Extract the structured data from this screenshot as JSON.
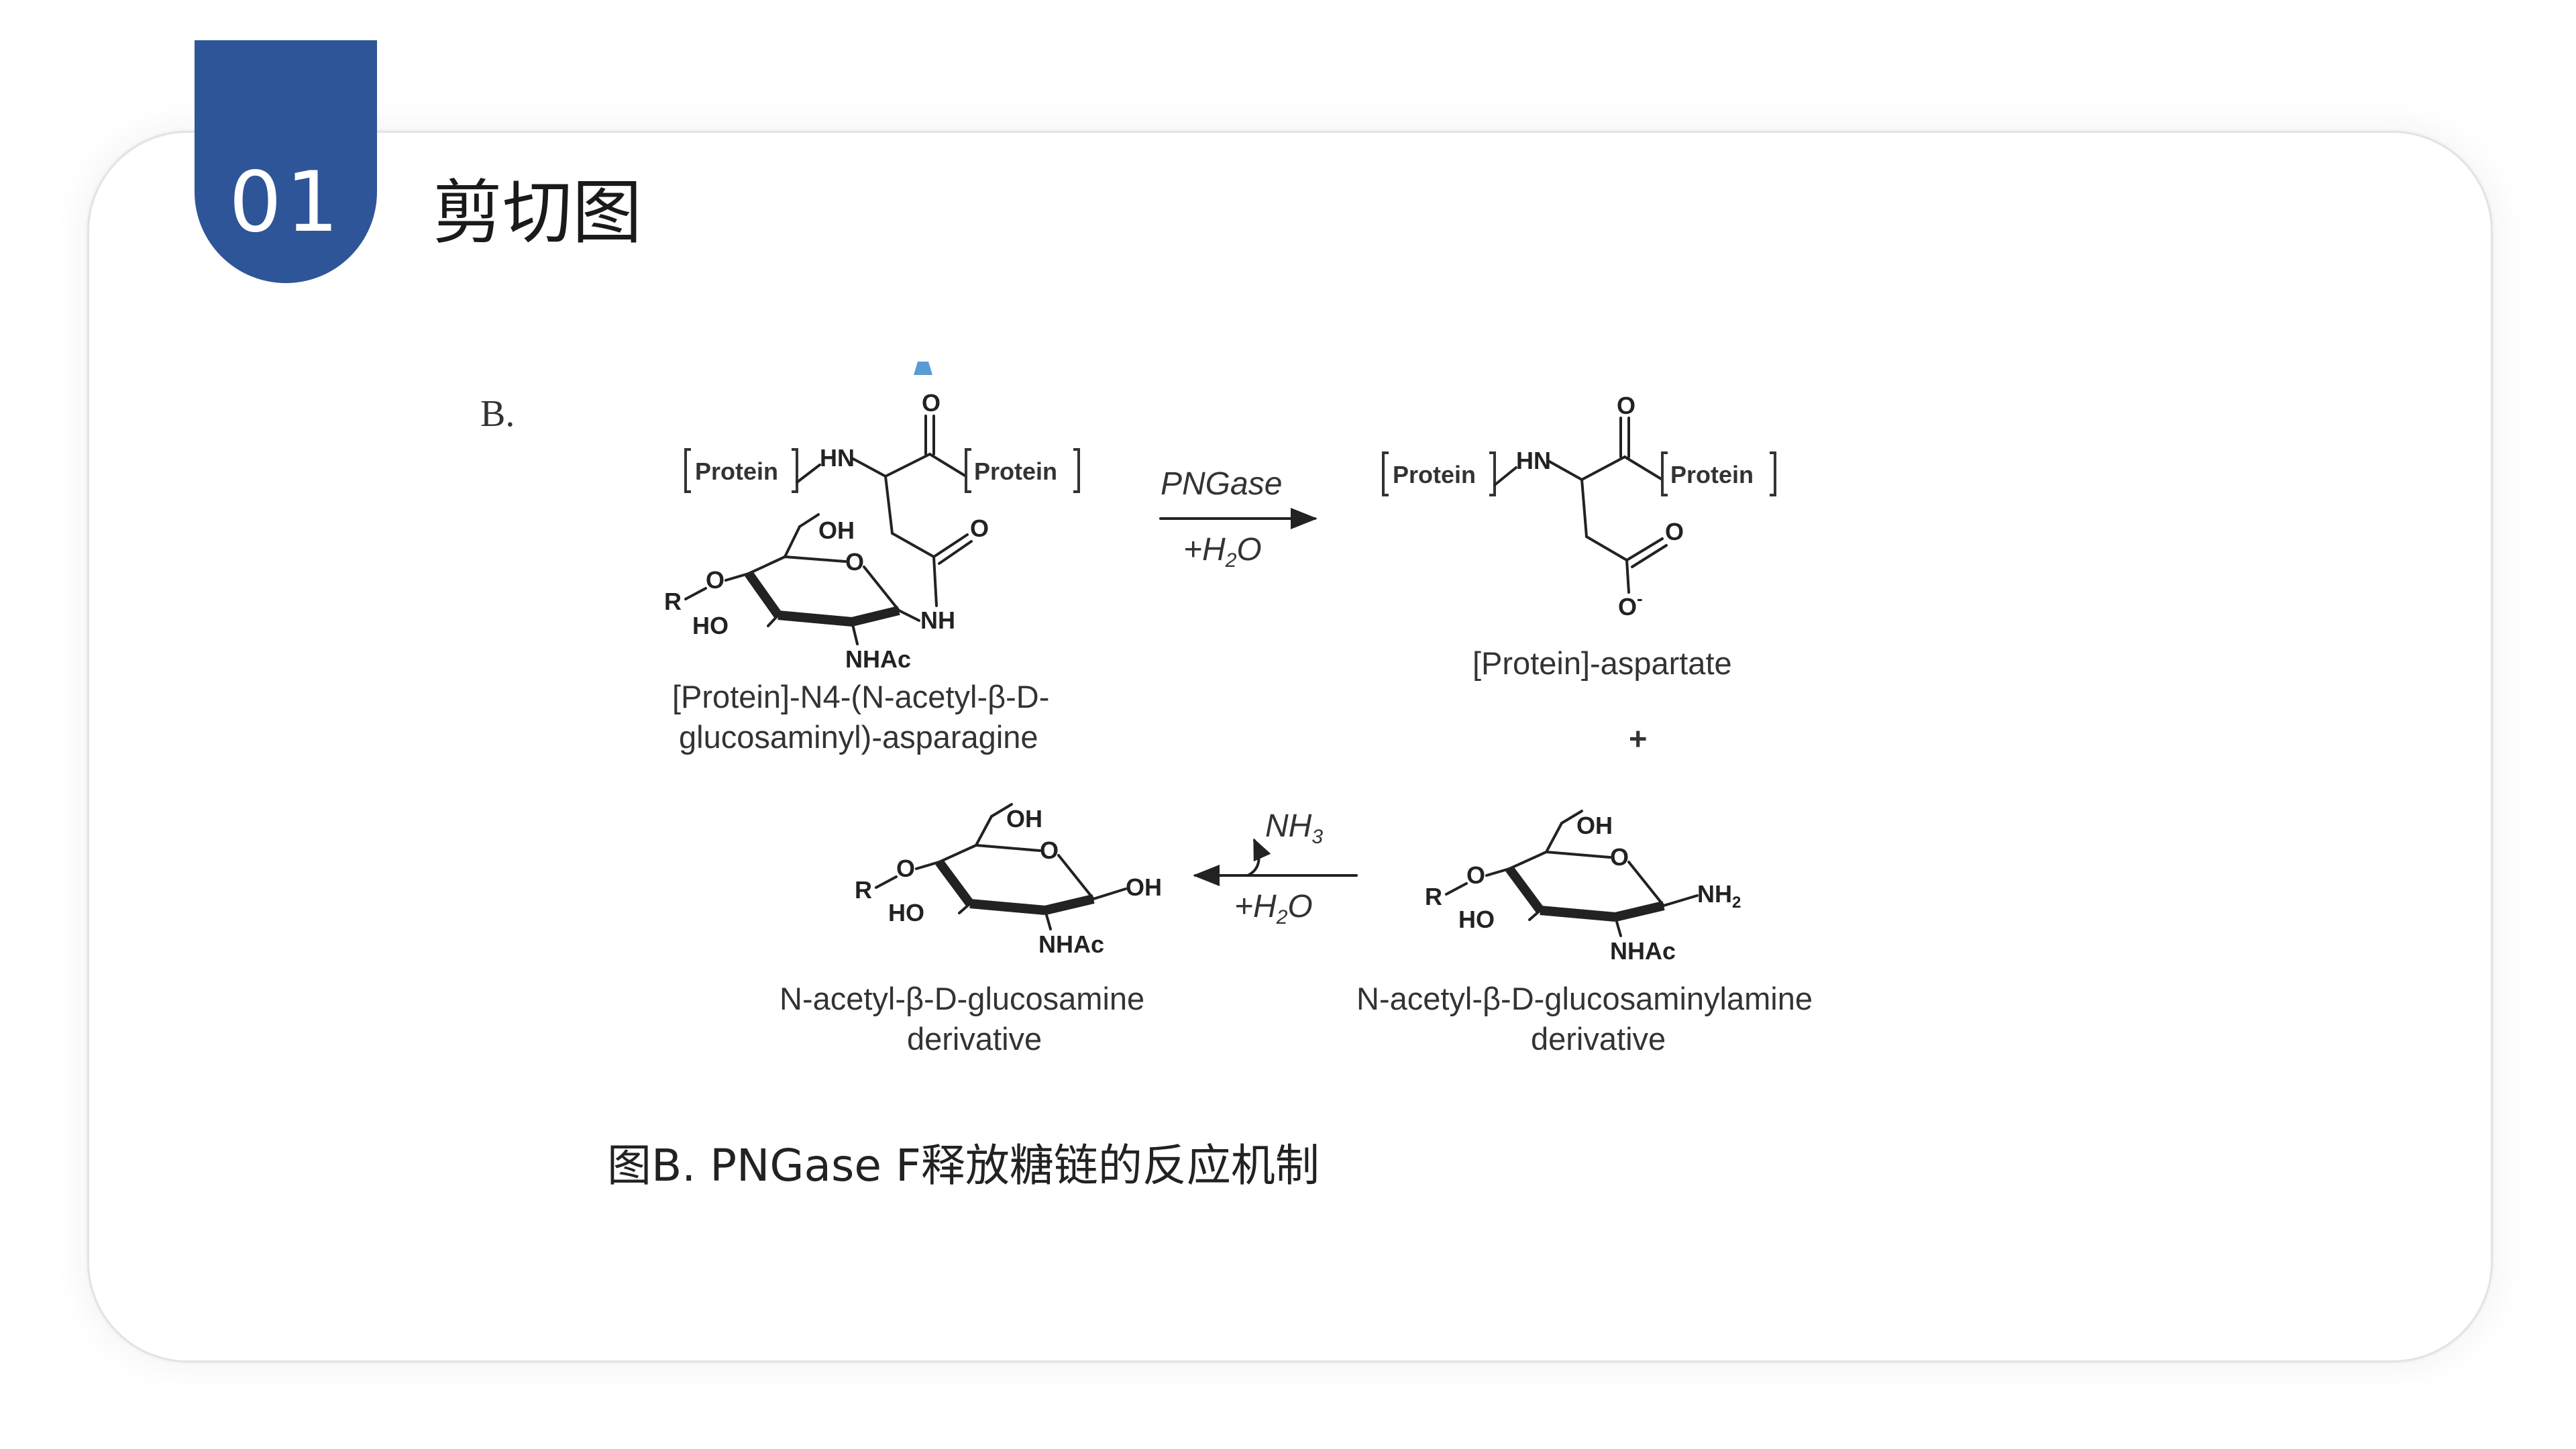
{
  "slide": {
    "number": "01",
    "title": "剪切图",
    "caption": "图B. PNGase F释放糖链的反应机制"
  },
  "figure": {
    "panel_label": "B.",
    "protein_tag": "Protein",
    "enzyme": "PNGase",
    "water_plus": "+H",
    "water_sub": "2",
    "water_o": "O",
    "ammonia": "NH",
    "ammonia_sub": "3",
    "plus_sign": "+",
    "atoms": {
      "o": "O",
      "o_minus": "O",
      "minus": "-",
      "hn": "HN",
      "nh": "NH",
      "oh": "OH",
      "ho": "HO",
      "nhac": "NHAc",
      "r": "R",
      "nh2": "NH",
      "nh2_sub": "2"
    },
    "compounds": {
      "substrate_line1": "[Protein]-N4-(N-acetyl-β-D-",
      "substrate_line2": "glucosaminyl)-asparagine",
      "product_aspartate": "[Protein]-aspartate",
      "glcnac_line1": "N-acetyl-β-D-glucosamine",
      "glcnac_line2": "derivative",
      "glcnacamine_line1": "N-acetyl-β-D-glucosaminylamine",
      "glcnacamine_line2": "derivative"
    }
  },
  "colors": {
    "tab_blue": "#2e5597",
    "marker_blue": "#5b9bd5",
    "card_border": "#e3e3e3"
  }
}
